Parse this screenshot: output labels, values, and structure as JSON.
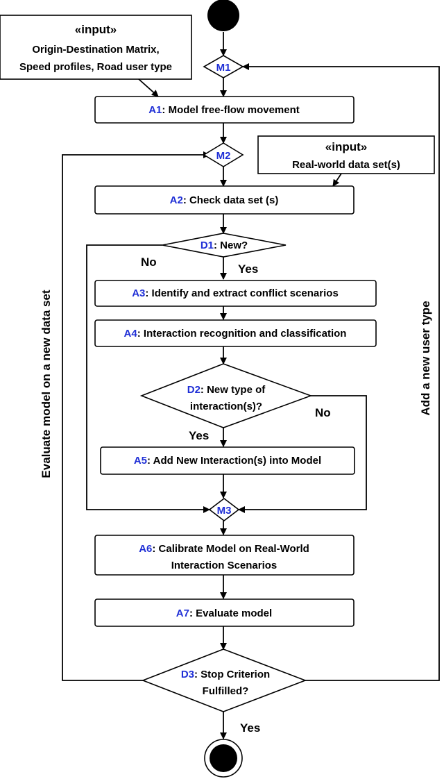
{
  "colors": {
    "code": "#1f2fd6",
    "line": "#000000",
    "fill": "#ffffff"
  },
  "inputs": {
    "top": {
      "stereotype": "«input»",
      "line1": "Origin-Destination Matrix,",
      "line2": "Speed profiles, Road user type"
    },
    "right": {
      "stereotype": "«input»",
      "line1": "Real-world data set(s)"
    }
  },
  "merges": {
    "m1": "M1",
    "m2": "M2",
    "m3": "M3"
  },
  "actions": {
    "a1": {
      "code": "A1",
      "text": ": Model free-flow movement"
    },
    "a2": {
      "code": "A2",
      "text": ": Check data set (s)"
    },
    "a3": {
      "code": "A3",
      "text": ": Identify and extract conflict scenarios"
    },
    "a4": {
      "code": "A4",
      "text": ": Interaction recognition and classification"
    },
    "a5": {
      "code": "A5",
      "text": ": Add New Interaction(s) into Model"
    },
    "a6": {
      "code": "A6",
      "text": ": Calibrate Model on Real-World",
      "line2": "Interaction Scenarios"
    },
    "a7": {
      "code": "A7",
      "text": ": Evaluate model"
    }
  },
  "decisions": {
    "d1": {
      "code": "D1",
      "text": ": New?"
    },
    "d2": {
      "code": "D2",
      "text": ": New type of",
      "line2": "interaction(s)?"
    },
    "d3": {
      "code": "D3",
      "text": ": Stop Criterion",
      "line2": "Fulfilled?"
    }
  },
  "edge_labels": {
    "d1_no": "No",
    "d1_yes": "Yes",
    "d2_no": "No",
    "d2_yes": "Yes",
    "d3_yes": "Yes"
  },
  "loop_labels": {
    "left": "Evaluate model on a new data set",
    "right": "Add a new user type"
  }
}
